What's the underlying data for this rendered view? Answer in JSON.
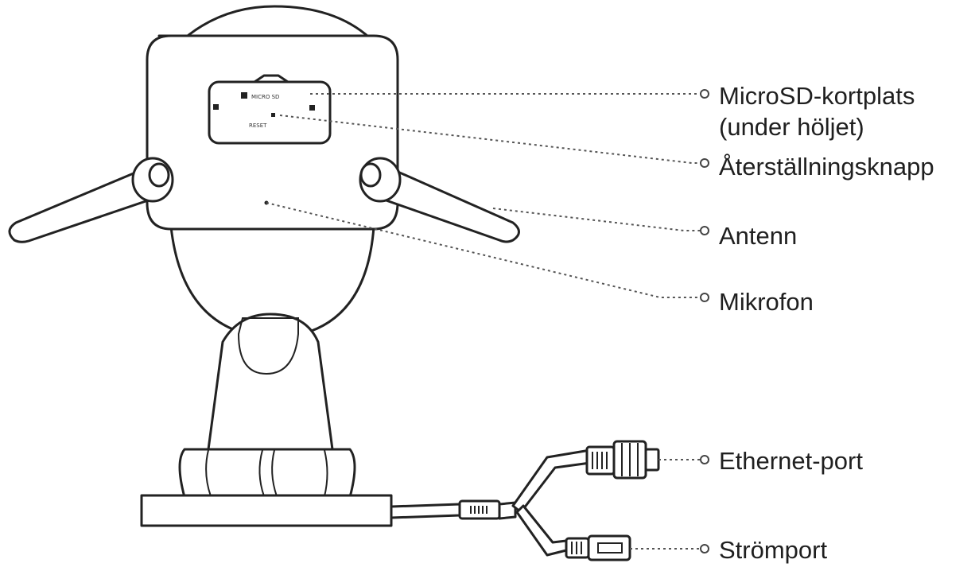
{
  "callouts": {
    "microsd_line1": "MicroSD-kortplats",
    "microsd_line2": "(under höljet)",
    "reset": "Återställningsknapp",
    "antenna": "Antenn",
    "microphone": "Mikrofon",
    "ethernet": "Ethernet-port",
    "power": "Strömport"
  },
  "device_print": {
    "sd_card": "MICRO SD",
    "reset": "RESET"
  }
}
